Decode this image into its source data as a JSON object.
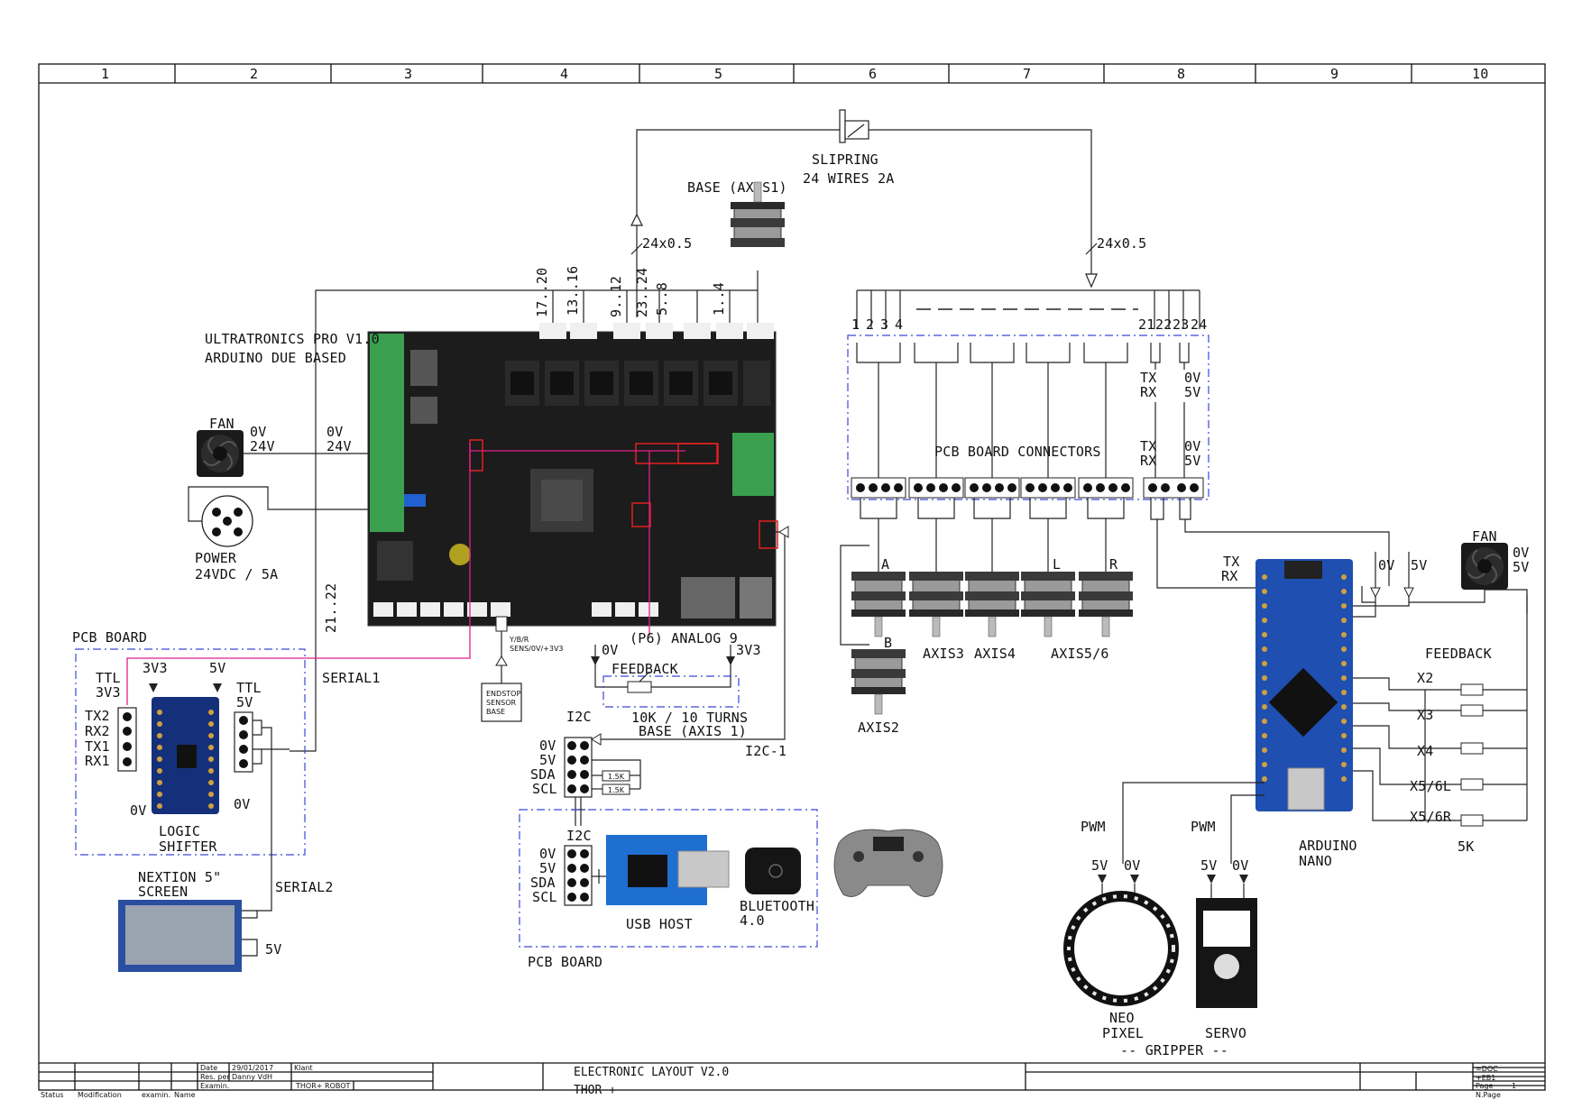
{
  "grid": {
    "columns": [
      "1",
      "2",
      "3",
      "4",
      "5",
      "6",
      "7",
      "8",
      "9",
      "10"
    ]
  },
  "labels": {
    "slipring": "SLIPRING",
    "slipring_spec": "24 WIRES 2A",
    "base_axis1": "BASE (AXIS1)",
    "cable_left": "24x0.5",
    "cable_right": "24x0.5",
    "pins_17_20": "17..20",
    "pins_13_16": "13..16",
    "pins_9_12": "9..12",
    "pins_23_24": "23..24",
    "pins_5_8": "5..8",
    "pins_1_4": "1..4",
    "board_name": "ULTRATRONICS PRO V1.0",
    "board_sub": "ARDUINO DUE BASED",
    "fan_left": "FAN",
    "fan_left_0v": "0V",
    "fan_left_24v": "24V",
    "board_0v": "0V",
    "board_24v": "24V",
    "power": "POWER",
    "power_spec": "24VDC / 5A",
    "wires_21_22": "21..22",
    "endstop_pins": "Y/B/R",
    "endstop_sens": "SENS/0V/+3V3",
    "endstop_box": [
      "ENDSTOP",
      "SENSOR",
      "BASE"
    ],
    "p6_analog": "(P6) ANALOG 9",
    "feedback_0v": "0V",
    "feedback_3v3": "3V3",
    "feedback": "FEEDBACK",
    "pot_spec": "10K / 10 TURNS",
    "pot_base": "BASE (AXIS 1)",
    "i2c_1": "I2C-1",
    "pcb_board_top": "PCB BOARD",
    "ttl_3v3_a": "TTL",
    "ttl_3v3_b": "3V3",
    "ls_3v3": "3V3",
    "ls_5v": "5V",
    "ttl_5v_a": "TTL",
    "ttl_5v_b": "5V",
    "serial1": "SERIAL1",
    "tx2": "TX2",
    "rx2": "RX2",
    "tx1": "TX1",
    "rx1": "RX1",
    "ls_0v_left": "0V",
    "ls_0v_right": "0V",
    "logic": "LOGIC",
    "shifter": "SHIFTER",
    "nextion_a": "NEXTION 5\"",
    "nextion_b": "SCREEN",
    "serial2": "SERIAL2",
    "nextion_5v": "5V",
    "i2c_top": "I2C",
    "i2c_0v": "0V",
    "i2c_5v": "5V",
    "i2c_sda": "SDA",
    "i2c_scl": "SCL",
    "res_1": "1.5K",
    "res_2": "1.5K",
    "i2c_bottom": "I2C",
    "i2c_b_0v": "0V",
    "i2c_b_5v": "5V",
    "i2c_b_sda": "SDA",
    "i2c_b_scl": "SCL",
    "usb_host": "USB HOST",
    "bluetooth_a": "BLUETOOTH",
    "bluetooth_b": "4.0",
    "pcb_board_bottom": "PCB BOARD",
    "conn_1": "1",
    "conn_2": "2",
    "conn_3": "3",
    "conn_4": "4",
    "conn_21": "21",
    "conn_22": "22",
    "conn_23": "23",
    "conn_24": "24",
    "tx_a": "TX",
    "rx_a": "RX",
    "v0_a": "0V",
    "v5_a": "5V",
    "pcb_connectors": "PCB BOARD CONNECTORS",
    "tx_b": "TX",
    "rx_b": "RX",
    "v0_b": "0V",
    "v5_b": "5V",
    "motor_a": "A",
    "motor_b": "B",
    "motor_l": "L",
    "motor_r": "R",
    "axis2": "AXIS2",
    "axis3": "AXIS3",
    "axis4": "AXIS4",
    "axis56": "AXIS5/6",
    "nano_tx": "TX",
    "nano_rx": "RX",
    "nano_0v": "0V",
    "nano_5v": "5V",
    "fan_right": "FAN",
    "fan_right_0v": "0V",
    "fan_right_5v": "5V",
    "feedback_right": "FEEDBACK",
    "x2": "X2",
    "x3": "X3",
    "x4": "X4",
    "x56l": "X5/6L",
    "x56r": "X5/6R",
    "r5k": "5K",
    "arduino": "ARDUINO",
    "nano": "NANO",
    "pwm_1": "PWM",
    "pwm_2": "PWM",
    "np_5v": "5V",
    "np_0v": "0V",
    "sv_5v": "5V",
    "sv_0v": "0V",
    "neo": "NEO",
    "pixel": "PIXEL",
    "servo": "SERVO",
    "gripper": "-- GRIPPER --"
  },
  "title_block": {
    "date_label": "Date",
    "date_value": "29/01/2017",
    "klant_label": "Klant",
    "res_label": "Res. per",
    "res_value": "Danny VdH",
    "exam_label": "Examin.",
    "project": "THOR+ ROBOT",
    "status": "Status",
    "modification": "Modification",
    "examin": "examin.",
    "name": "Name",
    "title_line1": "ELECTRONIC LAYOUT V2.0",
    "title_line2": "THOR +",
    "doc": "=DOC",
    "eb1": "+EB1",
    "page_label": "Page",
    "page_value": "1",
    "npage": "N.Page"
  },
  "colors": {
    "wire": "#222222",
    "dashed_box": "#3a48d8",
    "serial_trace": "#e0208a",
    "highlight": "#e02020",
    "pcb": "#1c1c1c",
    "terminal": "#3aa050",
    "nano_board": "#1f4fb0",
    "level_shifter": "#15307a",
    "usb_host_board": "#1f6fd0"
  }
}
